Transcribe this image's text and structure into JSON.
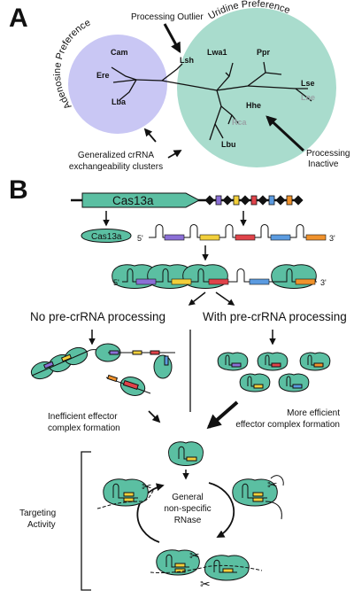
{
  "panels": {
    "a": "A",
    "b": "B"
  },
  "panel_a": {
    "adenosine_label": "Adenosine Preference",
    "uridine_label": "Uridine Preference",
    "processing_outlier": "Processing Outlier",
    "processing_inactive": [
      "Processing",
      "Inactive"
    ],
    "clusters_caption": [
      "Generalized crRNA",
      "exchangeability clusters"
    ],
    "species": [
      "Cam",
      "Ere",
      "Lba",
      "Lsh",
      "Lwa1",
      "Ppr",
      "Lse",
      "Lne",
      "Hhe",
      "Rca",
      "Lbu"
    ],
    "colors": {
      "adenosine": "#c9c7f4",
      "uridine": "#a9dccd",
      "inactive_text": "#9aa3a6"
    }
  },
  "panel_b": {
    "gene_label": "Cas13a",
    "protein_label": "Cas13a",
    "five_prime": "5'",
    "three_prime": "3'",
    "five_prime_2": "5'",
    "three_prime_2": "3'",
    "no_processing": "No pre-crRNA processing",
    "with_processing": "With pre-crRNA processing",
    "inefficient": [
      "Inefficient effector",
      "complex formation"
    ],
    "efficient": [
      "More efficient",
      "effector complex formation"
    ],
    "targeting": [
      "Targeting",
      "Activity"
    ],
    "rnase": [
      "General",
      "non-specific",
      "RNase"
    ],
    "colors": {
      "protein": "#5bbfa2",
      "spacer_purple": "#8b6fd6",
      "spacer_yellow": "#f2cf3b",
      "spacer_red": "#e0434a",
      "spacer_blue": "#5b9be0",
      "spacer_orange": "#f0922c"
    }
  }
}
